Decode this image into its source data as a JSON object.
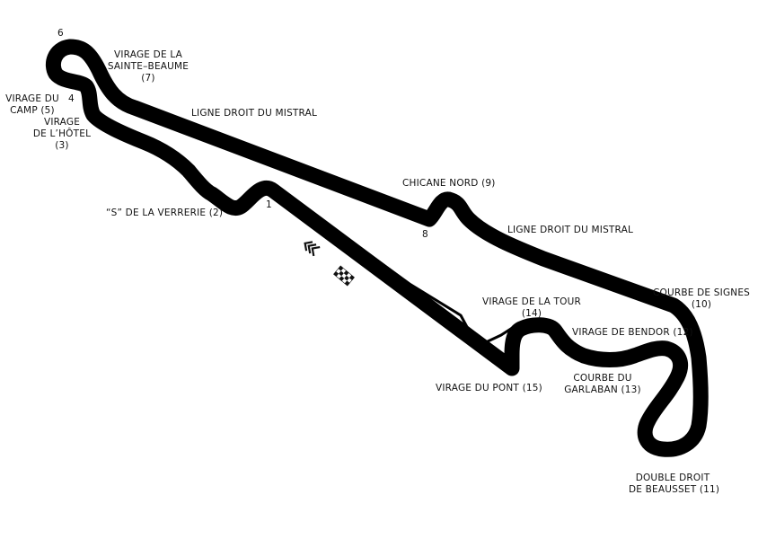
{
  "colors": {
    "track": "#000000",
    "pitlane": "#000000",
    "background": "#ffffff",
    "text": "#111111"
  },
  "icons": {
    "start_direction": "chevron-left-icon",
    "start_finish": "checkered-flag-icon"
  },
  "turn_numbers": {
    "t1": "1",
    "t4": "4",
    "t6": "6",
    "t8": "8"
  },
  "corners": {
    "sainte_baume": {
      "l1": "VIRAGE DE LA",
      "l2": "SAINTE–BEAUME",
      "l3": "(7)"
    },
    "mistral_1": {
      "l1": "LIGNE DROIT DU MISTRAL"
    },
    "camp": {
      "l1": "VIRAGE DU",
      "l2": "CAMP (5)"
    },
    "hotel": {
      "l1": "VIRAGE",
      "l2": "DE L’HÔTEL",
      "l3": "(3)"
    },
    "verrerie": {
      "l1": "“S” DE LA VERRERIE (2)"
    },
    "chicane_nord": {
      "l1": "CHICANE NORD (9)"
    },
    "mistral_2": {
      "l1": "LIGNE DROIT DU MISTRAL"
    },
    "signes": {
      "l1": "COURBE DE SIGNES",
      "l2": "(10)"
    },
    "la_tour": {
      "l1": "VIRAGE DE LA TOUR",
      "l2": "(14)"
    },
    "bendor": {
      "l1": "VIRAGE DE BENDOR (12)"
    },
    "garlaban": {
      "l1": "COURBE DU",
      "l2": "GARLABAN (13)"
    },
    "pont": {
      "l1": "VIRAGE DU PONT (15)"
    },
    "beausset": {
      "l1": "DOUBLE DROIT",
      "l2": "DE BEAUSSET (11)"
    }
  }
}
